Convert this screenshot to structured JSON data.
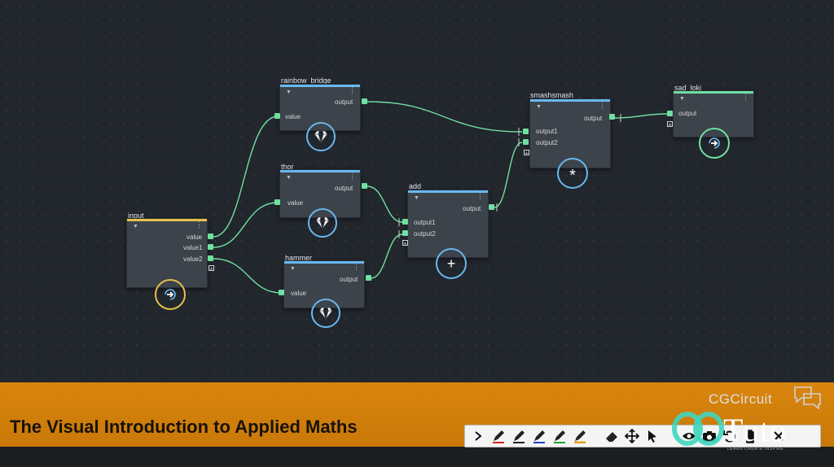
{
  "nodes": {
    "input": {
      "title": "input",
      "ports": [
        "value",
        "value1",
        "value2"
      ]
    },
    "rainbow_bridge": {
      "title": "rainbow_bridge",
      "in_port": "value",
      "out_port": "output"
    },
    "thor": {
      "title": "thor",
      "in_port": "value",
      "out_port": "output"
    },
    "hammer": {
      "title": "hammer",
      "in_port": "value",
      "out_port": "output"
    },
    "add": {
      "title": "add",
      "in_ports": [
        "output1",
        "output2"
      ],
      "out_port": "output",
      "symbol": "+"
    },
    "smashsmash": {
      "title": "smashsmash",
      "in_ports": [
        "output1",
        "output2"
      ],
      "out_port": "output",
      "symbol": "*"
    },
    "sad_loki": {
      "title": "sad_loki",
      "in_port": "output"
    }
  },
  "banner": {
    "title": "The Visual Introduction to Applied Maths",
    "logo_cg": "CG",
    "logo_circuit": "Circuit"
  },
  "watermark": {
    "text": "Tuto",
    "subtext": "LEARN  CREATE  INSPIRE"
  },
  "icons": {
    "gem": "diamond-icon",
    "arrow": "arrow-right-icon",
    "plus": "plus-icon",
    "multiply": "asterisk-icon",
    "toolbar": [
      "chevron-right-icon",
      "pen-red-icon",
      "pen-icon",
      "pen-icon",
      "pen-icon",
      "highlighter-icon",
      "eraser-icon",
      "move-icon",
      "cursor-icon",
      "eye-icon",
      "camera-icon",
      "undo-icon",
      "trash-icon",
      "close-icon"
    ]
  },
  "colors": {
    "canvas": "#22262d",
    "node": "#3d434b",
    "wire": "#6fe0a0",
    "port": "#6fe0a0",
    "input_header": "#e8c04a",
    "op_header": "#6ab8f0",
    "output_header": "#6fe0a0",
    "banner": "#d9860e"
  }
}
